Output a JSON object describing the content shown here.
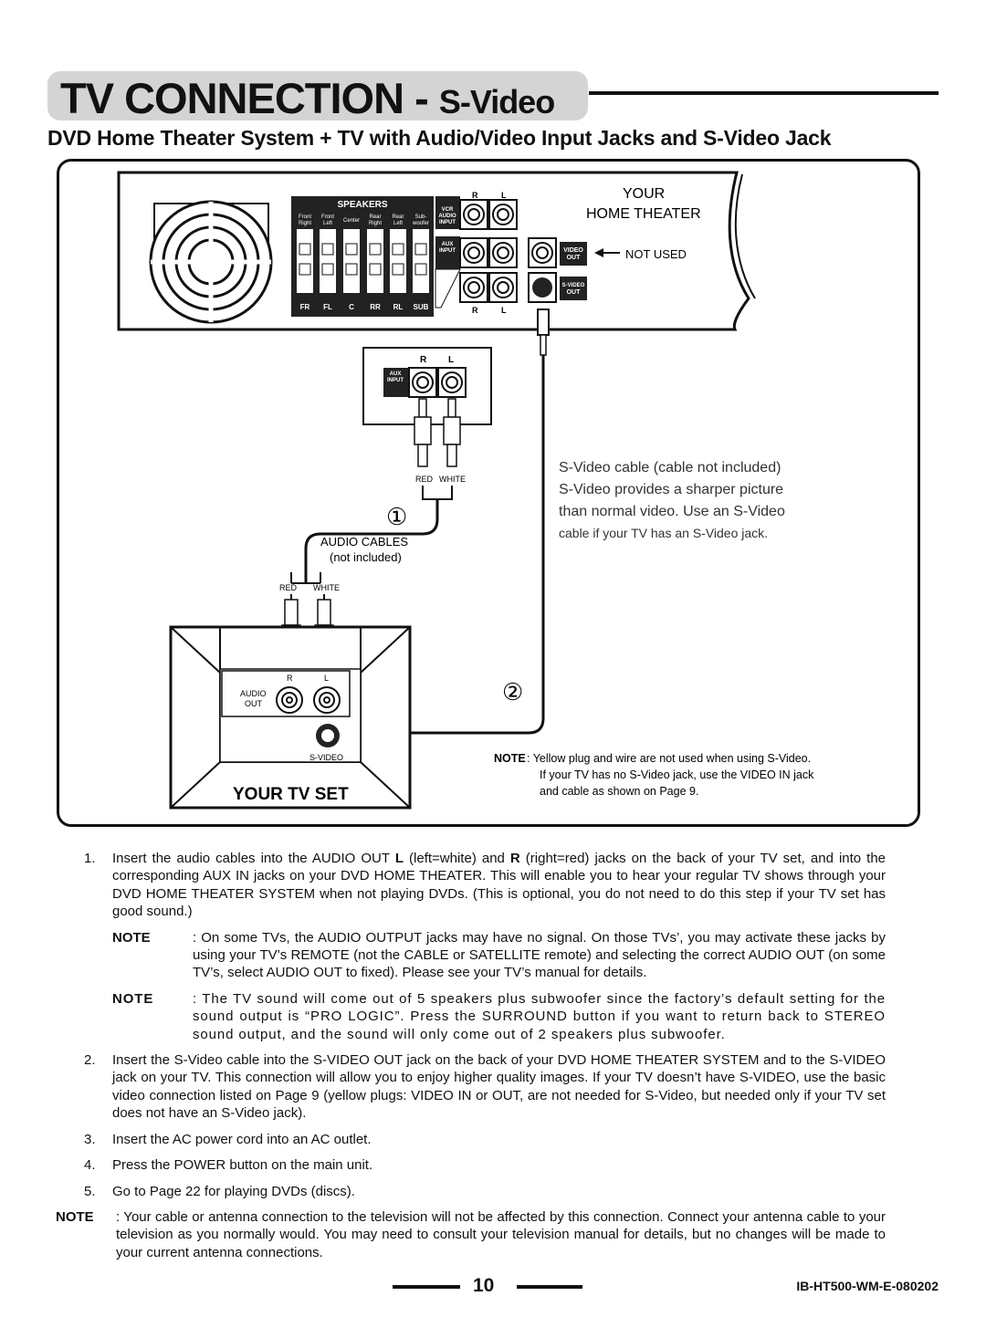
{
  "header": {
    "title_main": "TV CONNECTION - ",
    "title_sub": "S-Video",
    "subtitle": "DVD Home Theater System + TV with Audio/Video Input Jacks and S-Video Jack"
  },
  "diagram": {
    "home_theater_label_1": "YOUR",
    "home_theater_label_2": "HOME THEATER",
    "speakers_title": "SPEAKERS",
    "speaker_cols": [
      "Front Right",
      "Front Left",
      "Center",
      "Rear Right",
      "Rear Left",
      "Sub-woofer"
    ],
    "speaker_codes": [
      "FR",
      "FL",
      "C",
      "RR",
      "RL",
      "SUB"
    ],
    "vcr_label": "VCR AUDIO INPUT",
    "aux_label": "AUX INPUT",
    "audio_out_label": "AUDIO OUT",
    "r": "R",
    "l": "L",
    "video_out": "VIDEO OUT",
    "svideo_out": "S-VIDEO OUT",
    "not_used": "NOT USED",
    "red": "RED",
    "white": "WHITE",
    "step1": "①",
    "step2": "②",
    "audio_cables": "AUDIO CABLES",
    "not_included": "(not included)",
    "svideo_cable_note": [
      "S-Video cable (cable not included)",
      "S-Video provides a sharper picture",
      "than normal video. Use an S-Video",
      "cable if your TV has an S-Video jack."
    ],
    "tv_audio_out": "AUDIO OUT",
    "tv_svideo": "S-VIDEO",
    "tv_label": "YOUR TV SET",
    "note_label": "NOTE",
    "note_lines": [
      ": Yellow plug and wire are not used when using S-Video.",
      "If your TV has no S-Video jack, use the VIDEO IN jack",
      "and cable as shown on Page 9."
    ]
  },
  "steps": [
    {
      "num": "1.",
      "text_a": "Insert the audio cables into the AUDIO OUT ",
      "bold_l": "L",
      "text_b": " (left=white) and ",
      "bold_r": "R",
      "text_c": " (right=red) jacks on the back of your TV set, and into the corresponding AUX IN jacks on your DVD HOME THEATER. This will enable you to hear your regular TV shows through your DVD HOME THEATER SYSTEM when not playing DVDs. (This is optional, you do not need to do this step if your TV set has good sound.)"
    },
    {
      "num": "2.",
      "text": "Insert the S-Video cable into the S-VIDEO OUT jack on the back of your DVD HOME THEATER SYSTEM and to the S-VIDEO jack on your TV. This connection will allow you to enjoy higher quality images. If your TV doesn’t have S-VIDEO, use the basic video connection listed on Page 9 (yellow plugs: VIDEO IN or OUT, are not needed for S-Video, but needed only if your TV set does not have an S-Video jack)."
    },
    {
      "num": "3.",
      "text": "Insert the AC power cord into an AC outlet."
    },
    {
      "num": "4.",
      "text": "Press the POWER button on the main unit."
    },
    {
      "num": "5.",
      "text": "Go to Page 22 for playing DVDs (discs)."
    }
  ],
  "notes": [
    {
      "label": "NOTE",
      "text": ": On some TVs, the AUDIO OUTPUT jacks may have no signal. On those TVs’, you may activate these jacks by using your TV’s REMOTE (not the CABLE or SATELLITE remote) and selecting the correct AUDIO OUT (on some TV’s, select AUDIO OUT to fixed). Please see your TV’s manual for details."
    },
    {
      "label": "NOTE",
      "text": ": The TV sound will come out of 5 speakers plus subwoofer since the factory’s default setting for the sound output is “PRO LOGIC”. Press the SURROUND button if you want to return back to STEREO sound output, and the sound will only come out of 2 speakers plus subwoofer."
    }
  ],
  "final_note": {
    "label": "NOTE",
    "text": ":  Your cable or antenna connection to the television will not be affected by this connection. Connect your antenna cable to your television as you normally would. You may need to consult your television manual for details, but no changes will be made to your current antenna connections."
  },
  "footer": {
    "page_number": "10",
    "doc_code": "IB-HT500-WM-E-080202"
  }
}
